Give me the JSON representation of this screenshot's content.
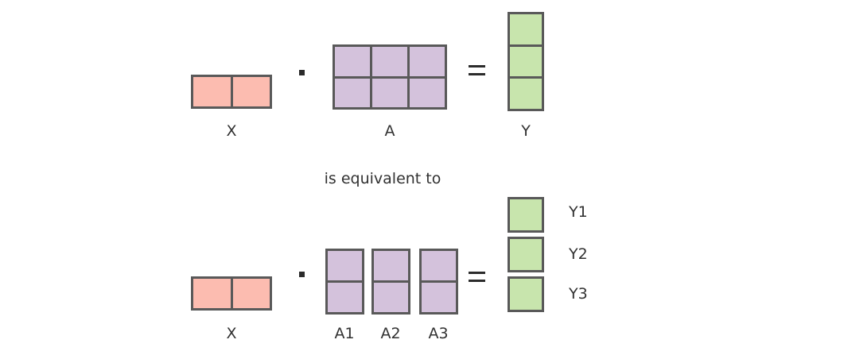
{
  "diagram": {
    "title_text": "is equivalent to",
    "colors": {
      "pink": "#fcbcb0",
      "purple": "#d4c2dc",
      "green": "#c8e5ad",
      "border": "#595959",
      "text": "#313131"
    },
    "top_row": {
      "x_matrix": {
        "label": "X",
        "rows": 1,
        "cols": 2,
        "color": "pink"
      },
      "dot_operator": "·",
      "a_matrix": {
        "label": "A",
        "rows": 2,
        "cols": 3,
        "color": "purple"
      },
      "equals_operator": "=",
      "y_matrix": {
        "label": "Y",
        "rows": 3,
        "cols": 1,
        "color": "green"
      }
    },
    "bottom_row": {
      "x_matrix": {
        "label": "X",
        "rows": 1,
        "cols": 2,
        "color": "pink"
      },
      "dot_operator": "·",
      "a_blocks": [
        {
          "label": "A1",
          "rows": 2,
          "cols": 1,
          "color": "purple"
        },
        {
          "label": "A2",
          "rows": 2,
          "cols": 1,
          "color": "purple"
        },
        {
          "label": "A3",
          "rows": 2,
          "cols": 1,
          "color": "purple"
        }
      ],
      "equals_operator": "=",
      "y_blocks": [
        {
          "label": "Y1",
          "rows": 1,
          "cols": 1,
          "color": "green"
        },
        {
          "label": "Y2",
          "rows": 1,
          "cols": 1,
          "color": "green"
        },
        {
          "label": "Y3",
          "rows": 1,
          "cols": 1,
          "color": "green"
        }
      ]
    }
  }
}
